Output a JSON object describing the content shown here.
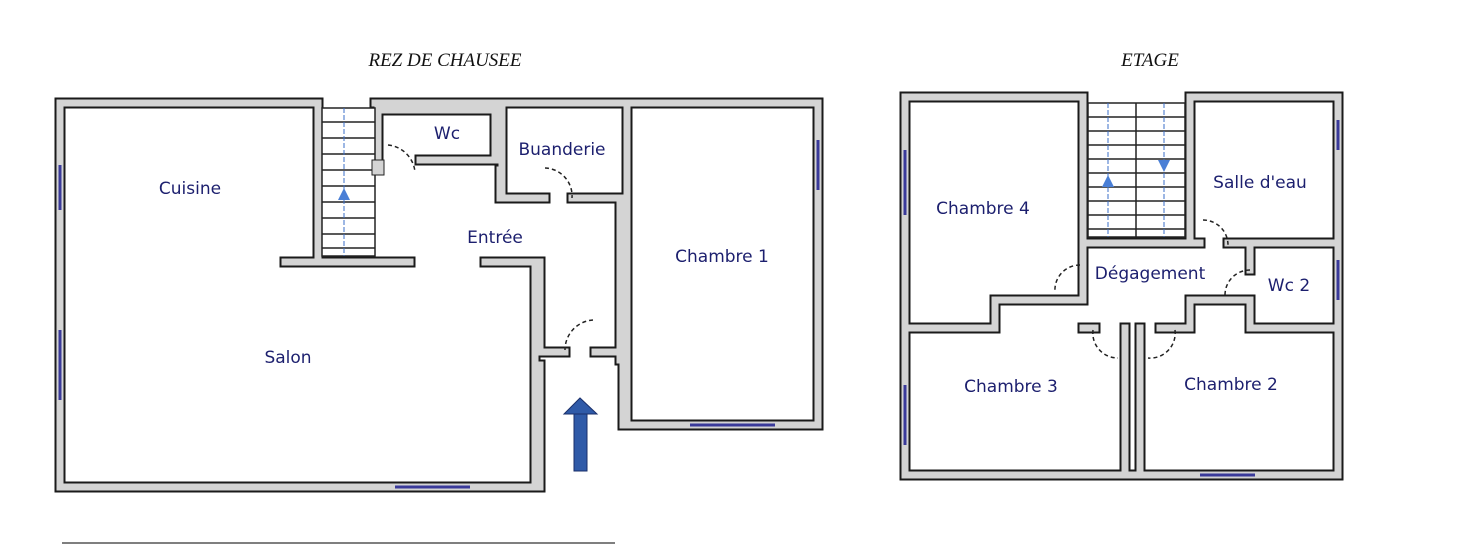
{
  "plans": {
    "ground_floor": {
      "title": "REZ DE CHAUSEE",
      "rooms": {
        "cuisine": "Cuisine",
        "wc": "Wc",
        "buanderie": "Buanderie",
        "entree": "Entrée",
        "chambre1": "Chambre 1",
        "salon": "Salon"
      }
    },
    "upper_floor": {
      "title": "ETAGE",
      "rooms": {
        "chambre4": "Chambre 4",
        "salle_eau": "Salle d'eau",
        "degagement": "Dégagement",
        "wc2": "Wc 2",
        "chambre3": "Chambre 3",
        "chambre2": "Chambre 2"
      }
    }
  },
  "colors": {
    "wall": "#d4d4d4",
    "label": "#1c1f6e",
    "entrance_arrow": "#2f5aa8"
  }
}
